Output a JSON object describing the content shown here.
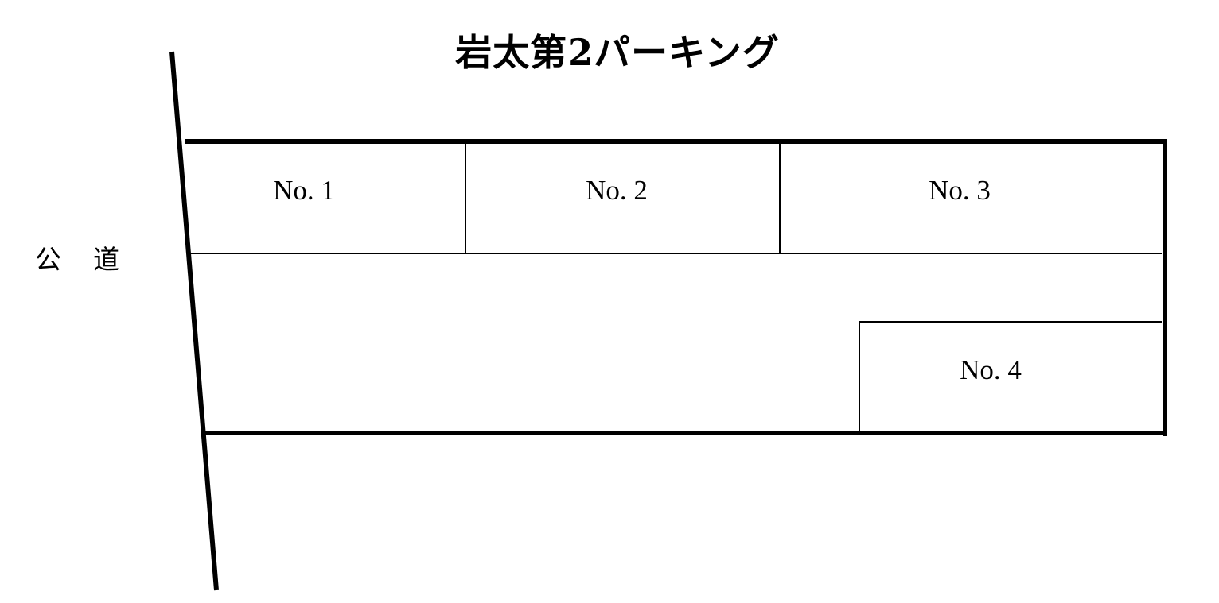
{
  "title": "岩太第2パーキング",
  "road": {
    "label": "公道"
  },
  "lot": {
    "slots": [
      {
        "label": "No. 1"
      },
      {
        "label": "No. 2"
      },
      {
        "label": "No. 3"
      },
      {
        "label": "No. 4"
      }
    ]
  },
  "colors": {
    "line": "#000000",
    "background": "#ffffff"
  }
}
